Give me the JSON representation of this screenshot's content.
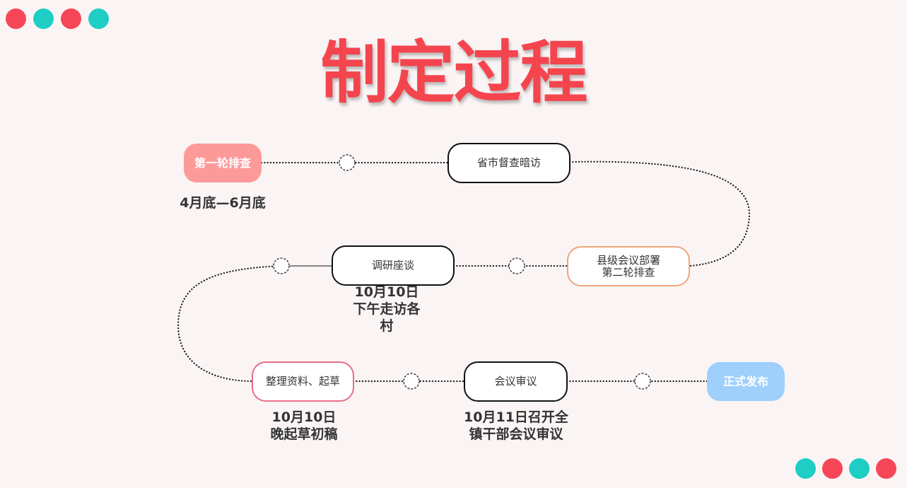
{
  "title": "制定过程",
  "colors": {
    "red": "#f64658",
    "teal": "#1ecec4",
    "title": "#f4454f",
    "salmon_fill": "#fc9a9a",
    "blue_fill": "#9fcffb",
    "peach_border": "#f0a57c",
    "rose_border": "#e86d86"
  },
  "steps": [
    {
      "label": "第一轮排查",
      "date": "4月底—6月底"
    },
    {
      "label": "省市督查暗访",
      "date": ""
    },
    {
      "label": "县级会议部署\n第二轮排查",
      "date": ""
    },
    {
      "label": "调研座谈",
      "date": "10月10日\n下午走访各\n村"
    },
    {
      "label": "整理资料、起草",
      "date": "10月10日\n晚起草初稿"
    },
    {
      "label": "会议审议",
      "date": "10月11日召开全\n镇干部会议审议"
    },
    {
      "label": "正式发布",
      "date": ""
    }
  ]
}
